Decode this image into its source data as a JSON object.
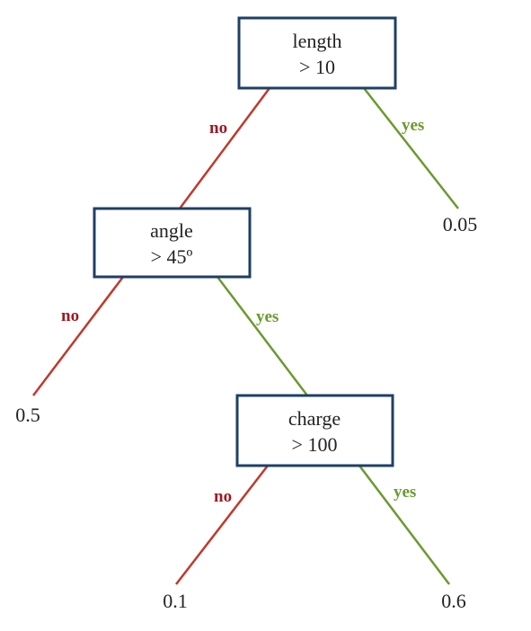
{
  "nodes": {
    "root": {
      "line1": "length",
      "line2": "> 10"
    },
    "angle": {
      "line1": "angle",
      "line2": "> 45º"
    },
    "charge": {
      "line1": "charge",
      "line2": "> 100"
    }
  },
  "leaves": {
    "root_yes": "0.05",
    "angle_no": "0.5",
    "charge_no": "0.1",
    "charge_yes": "0.6"
  },
  "branch_labels": {
    "no": "no",
    "yes": "yes"
  },
  "colors": {
    "no_branch": "#c0392b",
    "no_label": "#9b1b24",
    "yes_branch": "#6a9a2f",
    "node_border": "#1f3f66"
  }
}
